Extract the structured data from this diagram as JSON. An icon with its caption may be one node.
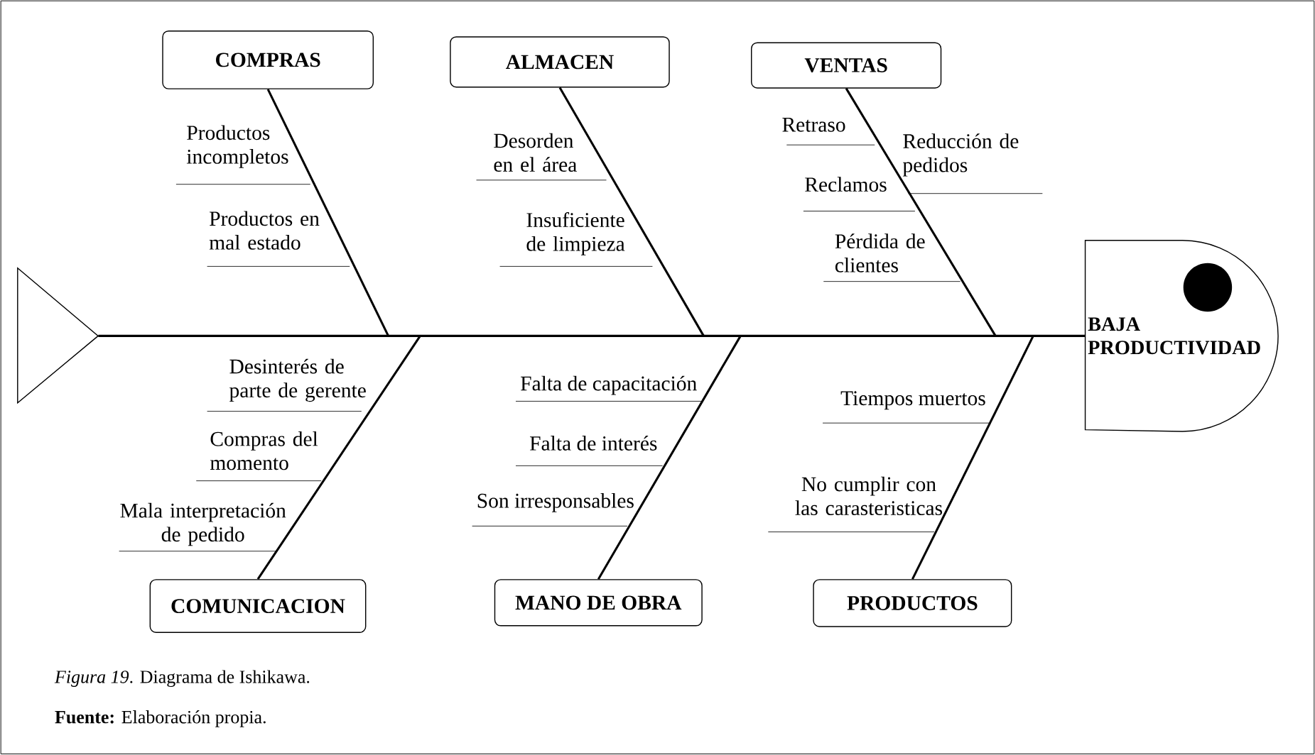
{
  "diagram": {
    "caption": "*Figura 19*. Diagrama de Ishikawa.",
    "nodes": [
      {
        "text": [
          "BAJA PRODUCTIVIDAD"
        ]
      },
      {
        "text": [],
        "shape": "triangle"
      },
      {
        "text": [
          "COMPRAS"
        ],
        "beside": [
          "Productos incompletos",
          "Productos en mal estado"
        ]
      },
      {
        "text": [
          "ALMACEN"
        ],
        "beside": [
          "Desorden en el área",
          "Insuficiente de limpieza"
        ]
      },
      {
        "text": [
          "VENTAS"
        ],
        "beside": [
          "Retraso",
          "Reducción de pedidos",
          "Reclamos",
          "Pérdida de clientes"
        ]
      },
      {
        "text": [
          "COMUNICACION"
        ],
        "beside": [
          "Desinterés de parte de gerente",
          "Compras del momento",
          "Mala interpretación de pedido"
        ]
      },
      {
        "text": [
          "MANO DE OBRA"
        ],
        "beside": [
          "Falta de capacitación",
          "Falta de interés",
          "Son irresponsables"
        ]
      },
      {
        "text": [
          "PRODUCTOS"
        ],
        "beside": [
          "Tiempos muertos",
          "No cumplir con las carasteristicas"
        ]
      }
    ],
    "edges": [
      {
        "from": 1,
        "to": 0,
        "arrow": "none"
      },
      {
        "from": 2,
        "to": null,
        "arrow": "none"
      },
      {
        "from": 3,
        "to": null,
        "arrow": "none"
      },
      {
        "from": 4,
        "to": null,
        "arrow": "none"
      },
      {
        "from": 5,
        "to": null,
        "arrow": "none"
      },
      {
        "from": 6,
        "to": null,
        "arrow": "none"
      },
      {
        "from": 7,
        "to": null,
        "arrow": "none"
      }
    ],
    "labels": [
      "**Fuente:** Elaboración propia."
    ]
  }
}
